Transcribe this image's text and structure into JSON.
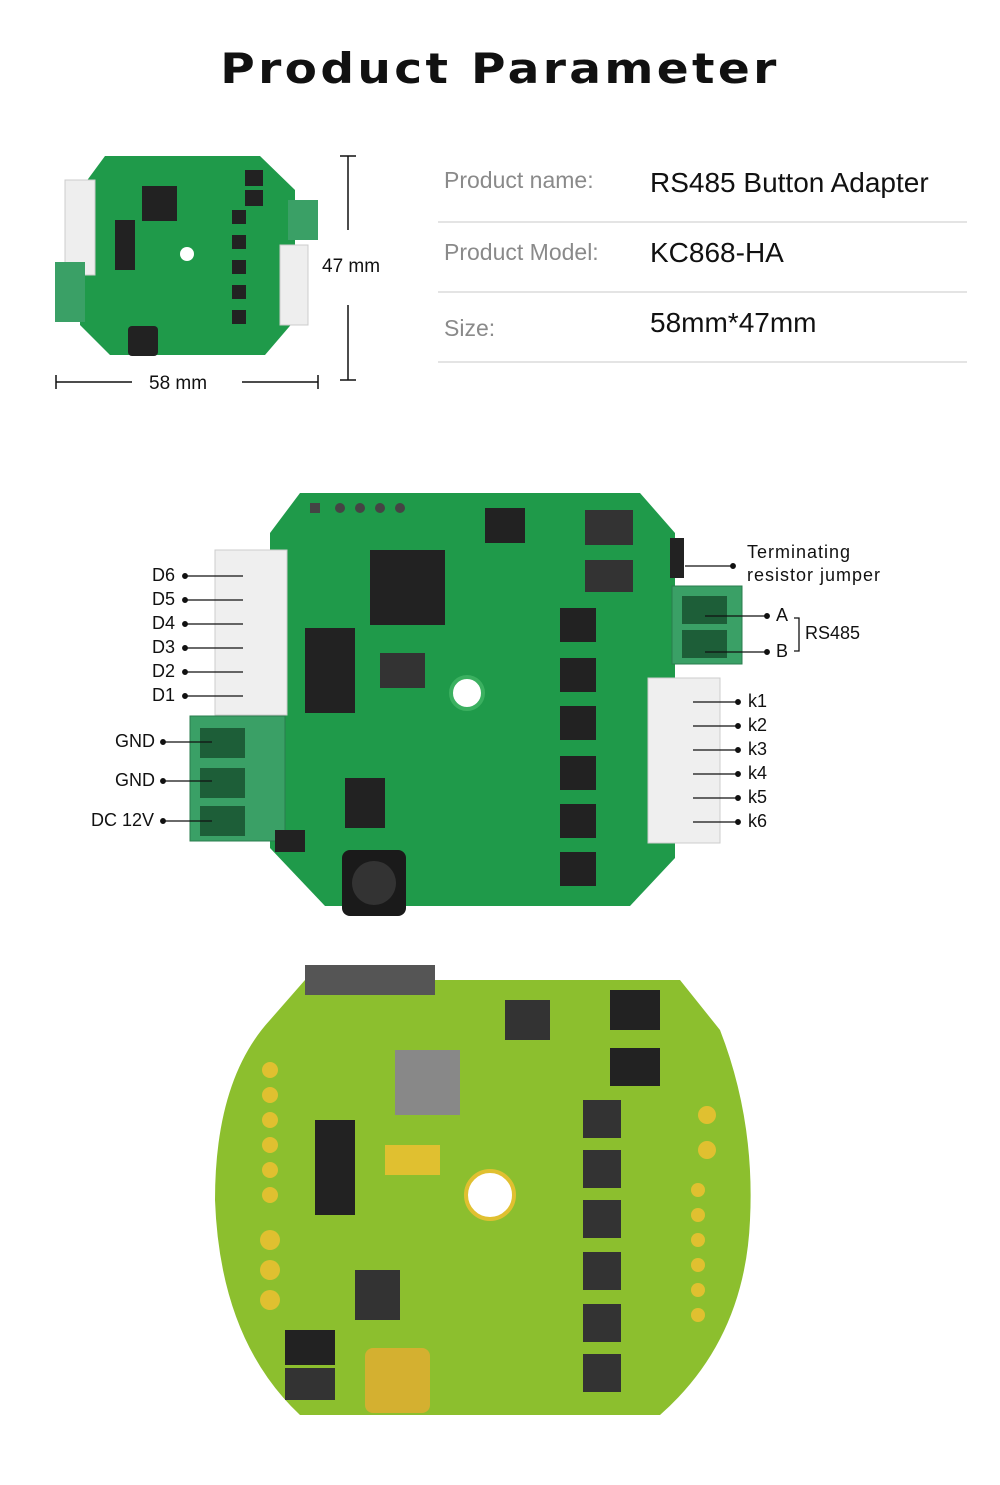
{
  "title": "Product Parameter",
  "specs": [
    {
      "label": "Product name:",
      "value": "RS485 Button Adapter"
    },
    {
      "label": "Product Model:",
      "value": "KC868-HA"
    },
    {
      "label": "Size:",
      "value": "58mm*47mm"
    }
  ],
  "dimensions": {
    "height": "47 mm",
    "width": "58 mm"
  },
  "left_pins": [
    "D6",
    "D5",
    "D4",
    "D3",
    "D2",
    "D1"
  ],
  "power_pins": [
    "GND",
    "GND",
    "DC 12V"
  ],
  "jumper_label": [
    "Terminating",
    "resistor jumper"
  ],
  "rs485": {
    "a": "A",
    "b": "B",
    "label": "RS485"
  },
  "right_pins": [
    "k1",
    "k2",
    "k3",
    "k4",
    "k5",
    "k6"
  ],
  "colors": {
    "pcb_green": "#1f9a4a",
    "terminal_green": "#3aa066",
    "render_green": "#8cbf2e"
  }
}
